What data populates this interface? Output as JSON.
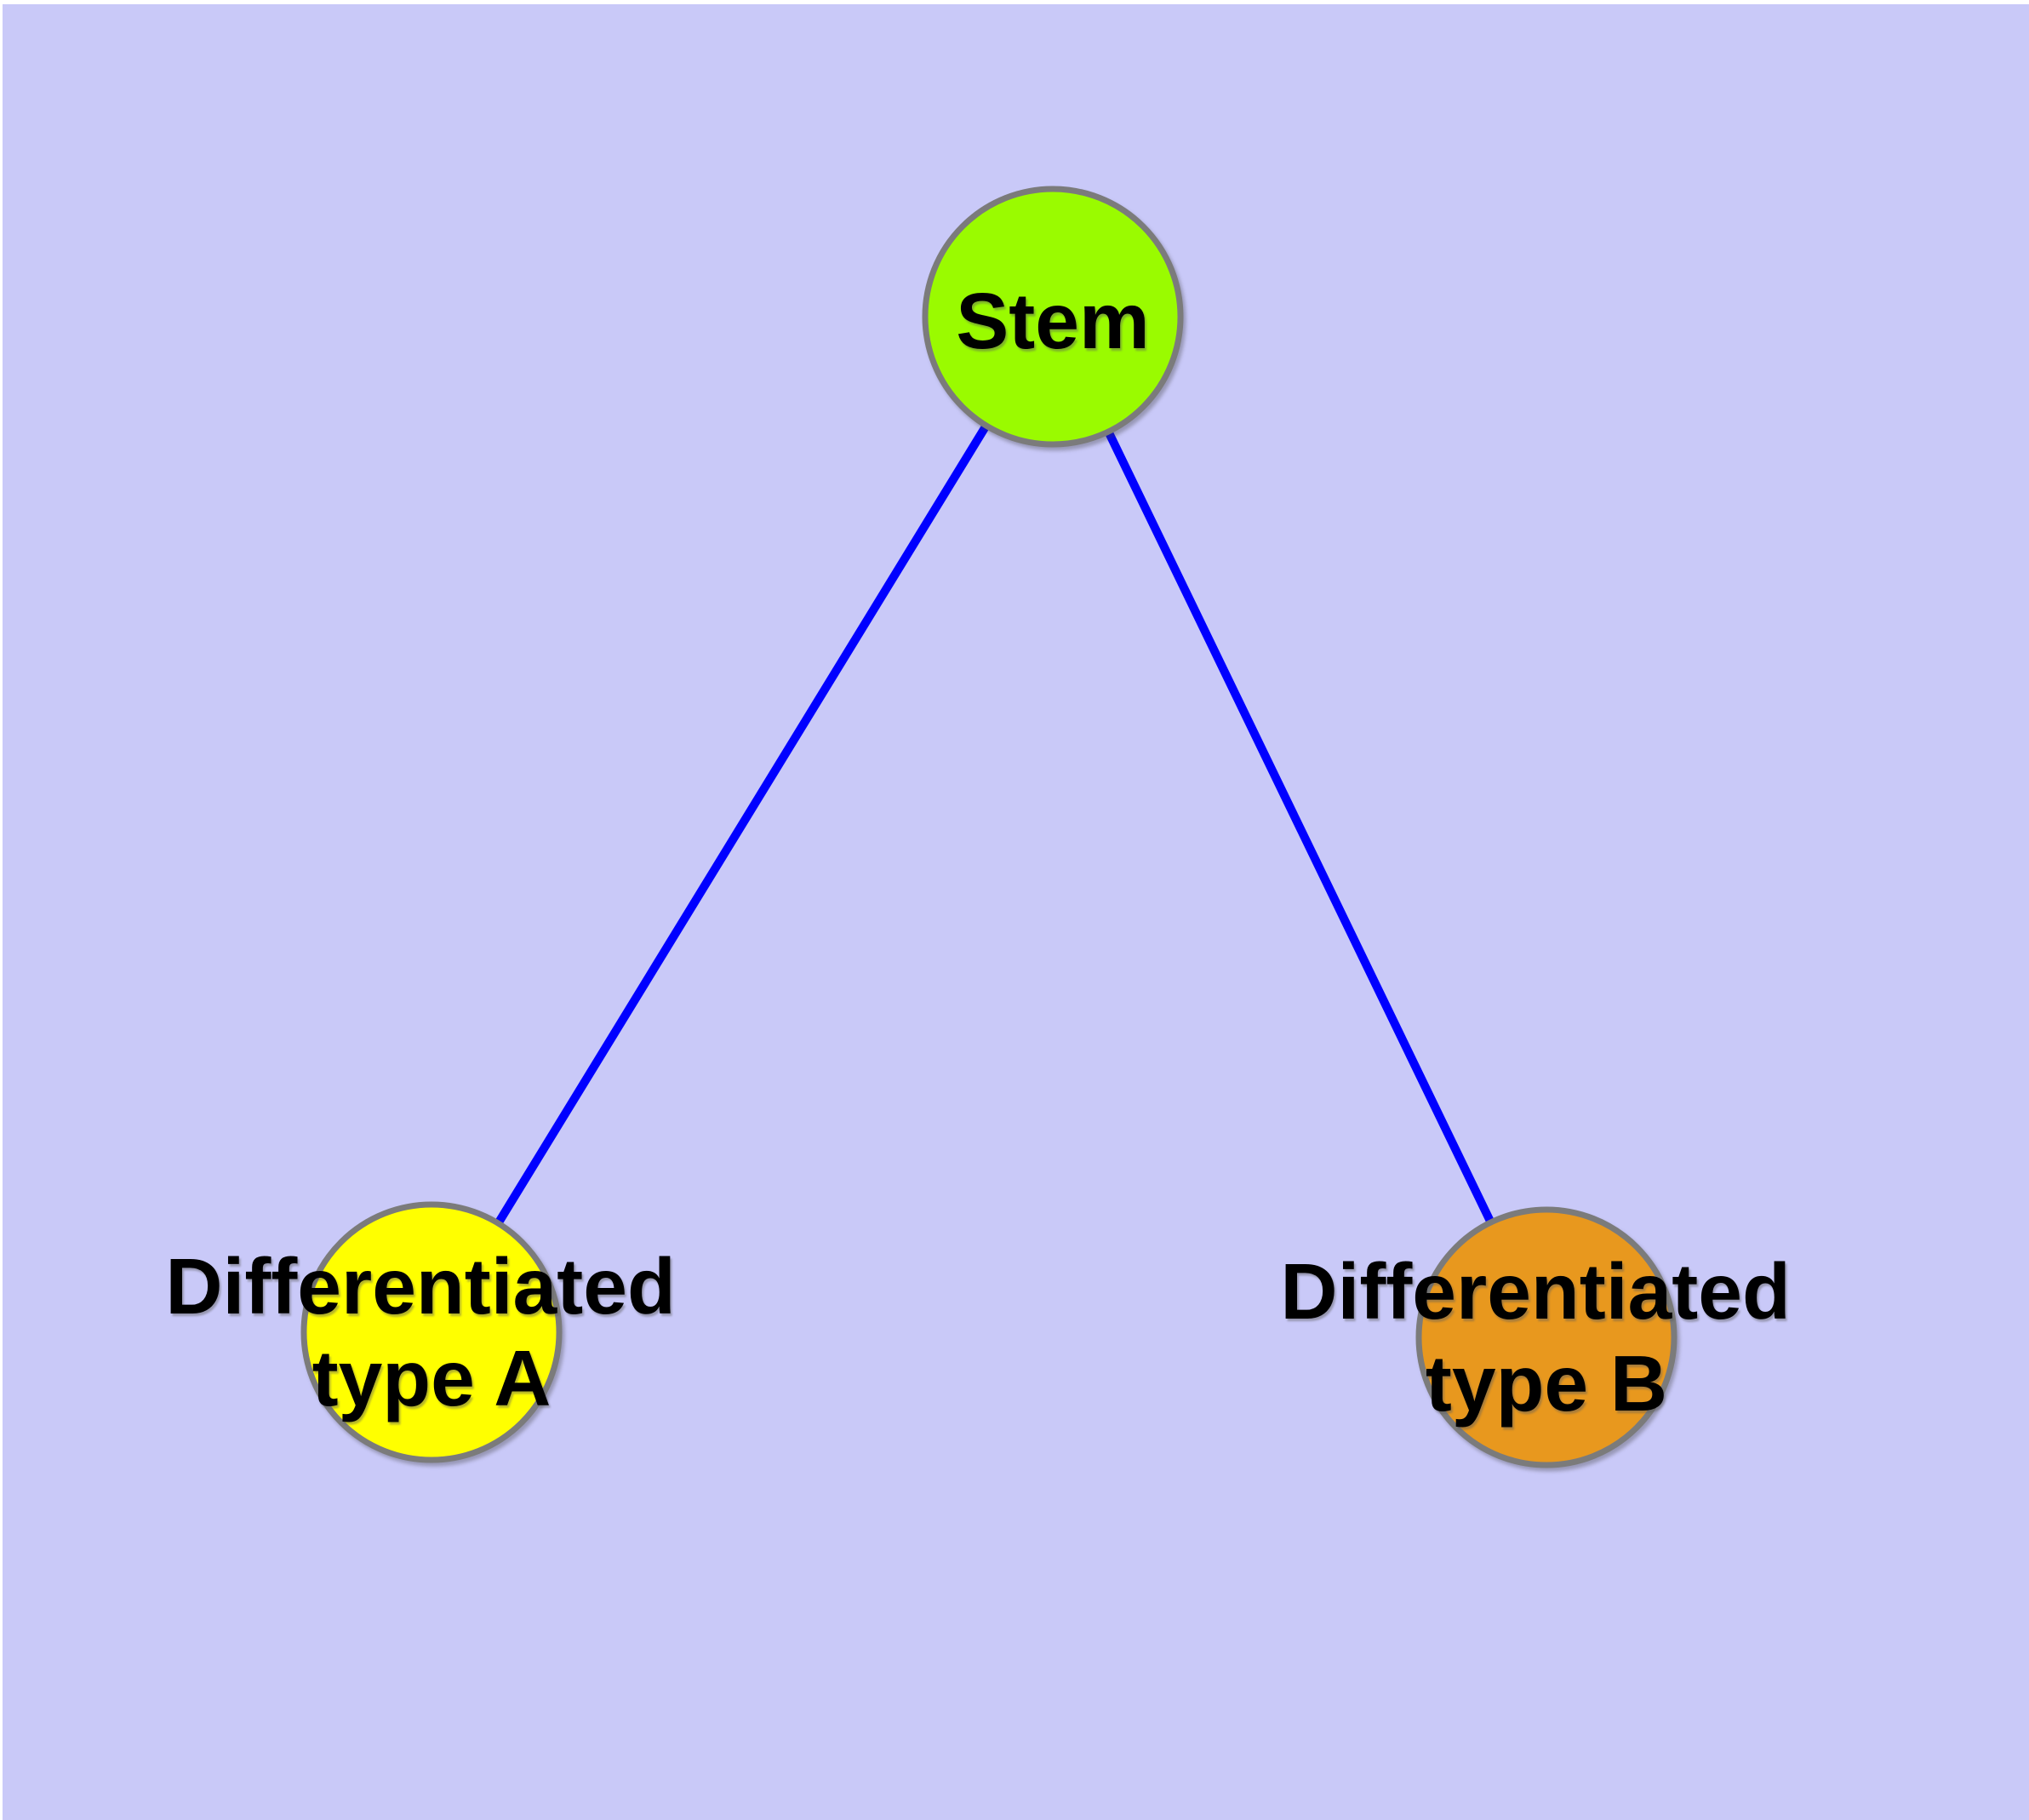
{
  "page": {
    "margin_color": "#ffffff",
    "background_color": "#c9c9f8"
  },
  "diagram": {
    "colors": {
      "edge": "#0000ff",
      "node_border": "#7b7b7b",
      "label": "#000000"
    },
    "nodes": [
      {
        "id": "stem",
        "label": "Stem",
        "fill": "#9afb00"
      },
      {
        "id": "differentiated-type-a",
        "label_line1": "Differentiated",
        "label_line2": "type A",
        "fill": "#ffff00"
      },
      {
        "id": "differentiated-type-b",
        "label_line1": "Differentiated",
        "label_line2": "type B",
        "fill": "#e8981e"
      }
    ],
    "edges": [
      {
        "from": "stem",
        "to": "differentiated-type-a"
      },
      {
        "from": "stem",
        "to": "differentiated-type-b"
      }
    ]
  }
}
